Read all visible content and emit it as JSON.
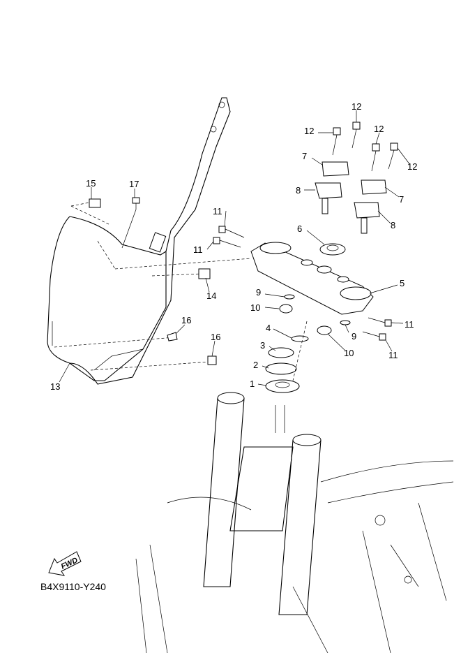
{
  "diagram_code": "B4X9110-Y240",
  "fwd_label": "FWD",
  "callouts": {
    "c1": "1",
    "c2": "2",
    "c3": "3",
    "c4": "4",
    "c5": "5",
    "c6": "6",
    "c7a": "7",
    "c7b": "7",
    "c8a": "8",
    "c8b": "8",
    "c9a": "9",
    "c9b": "9",
    "c10a": "10",
    "c10b": "10",
    "c11a": "11",
    "c11b": "11",
    "c11c": "11",
    "c11d": "11",
    "c12a": "12",
    "c12b": "12",
    "c12c": "12",
    "c12d": "12",
    "c13": "13",
    "c14": "14",
    "c15": "15",
    "c16a": "16",
    "c16b": "16",
    "c17": "17"
  }
}
